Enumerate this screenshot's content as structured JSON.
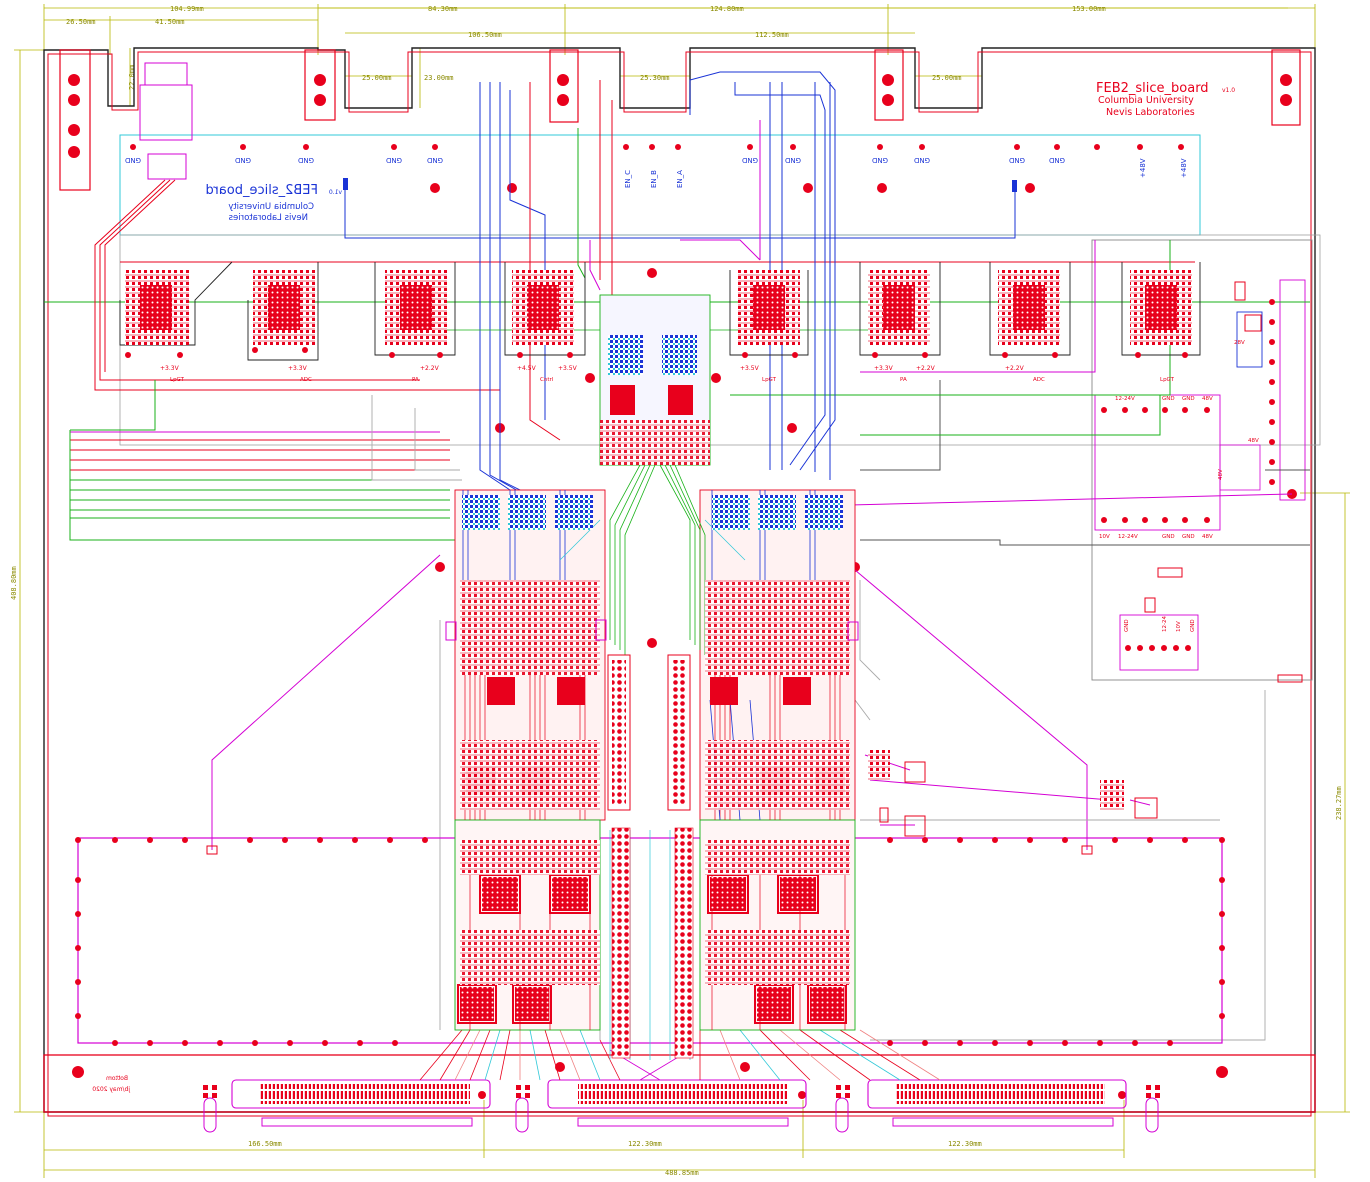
{
  "board": {
    "title": "FEB2_slice_board",
    "version": "v1.0",
    "org_line1": "Columbia University",
    "org_line2": "Nevis Laboratories",
    "mirror_title": "FEB2_slice_board",
    "mirror_version": "v1.0",
    "mirror_org1": "Columbia University",
    "mirror_org2": "Nevis Laboratories",
    "footer_line1": "Bottom",
    "footer_line2": "jb/may 2020"
  },
  "dimensions": {
    "top": [
      "26.50mm",
      "104.99mm",
      "41.50mm",
      "84.30mm",
      "106.50mm",
      "124.80mm",
      "112.50mm",
      "153.00mm",
      "25.00mm",
      "23.00mm",
      "25.30mm",
      "25.00mm"
    ],
    "left_height": "22.0mm",
    "vertical_total": "408.80mm",
    "vertical_right": "238.27mm",
    "bottom": [
      "166.50mm",
      "122.30mm",
      "122.30mm",
      "488.85mm"
    ]
  },
  "power_labels": {
    "gnd": [
      "GND",
      "GND",
      "GND",
      "GND",
      "GND",
      "GND",
      "GND",
      "GND",
      "GND",
      "GND",
      "GND"
    ],
    "plus48": [
      "+48V",
      "+48V"
    ],
    "enables": [
      "EN_C",
      "EN_B",
      "EN_A"
    ],
    "regulators": [
      "+3.3V",
      "+3.3V",
      "+2.2V",
      "+4.5V",
      "+3.5V",
      "+3.5V",
      "+3.3V",
      "+2.2V",
      "+2.2V"
    ],
    "reg_sub": [
      "LpGT",
      "ADC",
      "PA",
      "Cntrl",
      "LpGT",
      "PA",
      "ADC",
      "LpGT"
    ]
  },
  "connector_labels": {
    "upper": [
      "12-24V",
      "GND",
      "GND",
      "48V"
    ],
    "lower": [
      "10V",
      "12-24V",
      "GND",
      "GND",
      "48V"
    ],
    "side": [
      "48V",
      "48V",
      "28V"
    ],
    "term": [
      "GND",
      "12-24",
      "10V",
      "GND"
    ]
  },
  "colors": {
    "top_copper": "#e8001c",
    "bottom_copper": "#1a33d6",
    "outline": "#222222",
    "magenta": "#d400d4",
    "green": "#18b218",
    "cyan": "#30c8d8",
    "dimension": "#a0a000"
  }
}
